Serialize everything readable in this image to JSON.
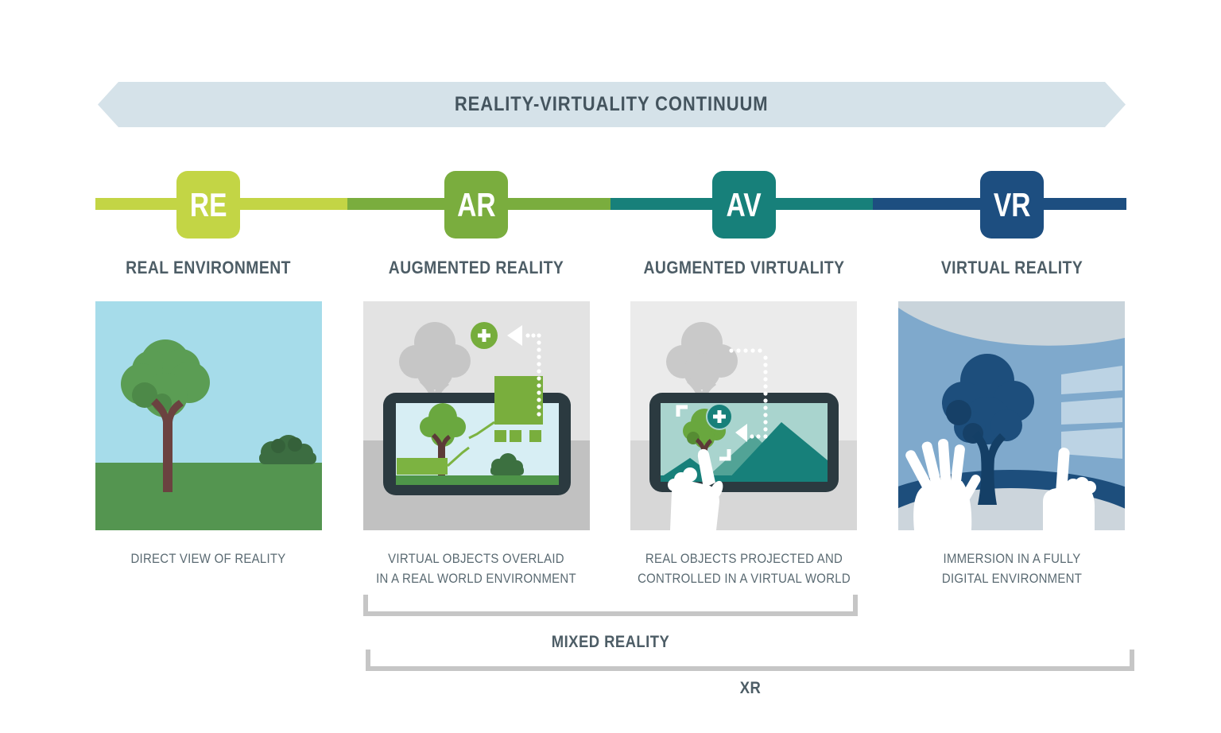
{
  "banner": {
    "title": "REALITY-VIRTUALITY CONTINUUM",
    "background": "#d5e2e9",
    "text_color": "#44545e"
  },
  "continuum": {
    "stages": [
      {
        "abbr": "RE",
        "label": "REAL ENVIRONMENT",
        "color": "#c3d545",
        "caption_lines": [
          "DIRECT VIEW OF REALITY"
        ],
        "illustration": "real-environment-scene"
      },
      {
        "abbr": "AR",
        "label": "AUGMENTED REALITY",
        "color": "#7aad3e",
        "caption_lines": [
          "VIRTUAL OBJECTS OVERLAID",
          "IN A REAL WORLD ENVIRONMENT"
        ],
        "illustration": "augmented-reality-tablet-scene"
      },
      {
        "abbr": "AV",
        "label": "AUGMENTED VIRTUALITY",
        "color": "#17807a",
        "caption_lines": [
          "REAL OBJECTS PROJECTED AND",
          "CONTROLLED IN A VIRTUAL WORLD"
        ],
        "illustration": "augmented-virtuality-tablet-scene"
      },
      {
        "abbr": "VR",
        "label": "VIRTUAL REALITY",
        "color": "#1d4e80",
        "caption_lines": [
          "IMMERSION IN A FULLY",
          "DIGITAL ENVIRONMENT"
        ],
        "illustration": "virtual-reality-scene"
      }
    ]
  },
  "groups": {
    "mixed_reality_label": "MIXED REALITY",
    "xr_label": "XR",
    "bracket_color": "#c6c6c6"
  }
}
